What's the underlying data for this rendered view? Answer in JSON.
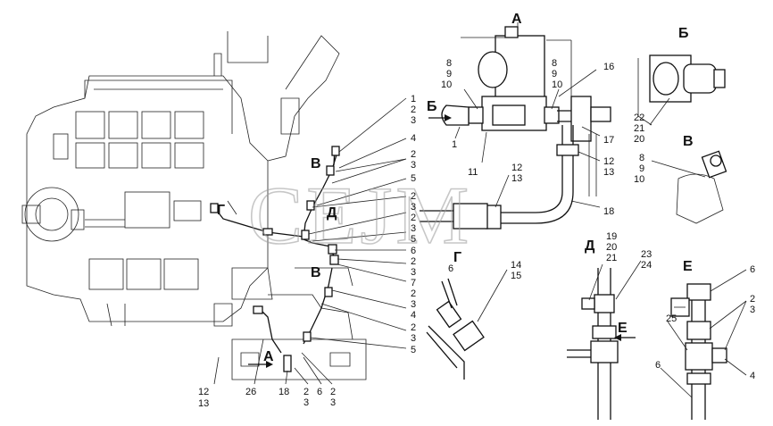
{
  "watermark": "CEJM",
  "views": {
    "A_top": "А",
    "B_topright": "Б",
    "V_right": "В",
    "G_mid": "Г",
    "D_mid": "Д",
    "E_right": "Е",
    "G_left": "Г",
    "V_left_upper": "В",
    "D_left": "Д",
    "V_left_lower": "В",
    "A_bottom": "А",
    "B_arrow": "Б",
    "E_arrow": "Е"
  },
  "callouts": {
    "c1": "1",
    "c2": "2",
    "c3": "3",
    "c4": "4",
    "c5": "5",
    "c6": "6",
    "c7": "7",
    "c8": "8",
    "c9": "9",
    "c10": "10",
    "c11": "11",
    "c12": "12",
    "c13": "13",
    "c14": "14",
    "c15": "15",
    "c16": "16",
    "c17": "17",
    "c18": "18",
    "c19": "19",
    "c20": "20",
    "c21": "21",
    "c22": "22",
    "c23": "23",
    "c24": "24",
    "c25": "25",
    "c26": "26"
  }
}
